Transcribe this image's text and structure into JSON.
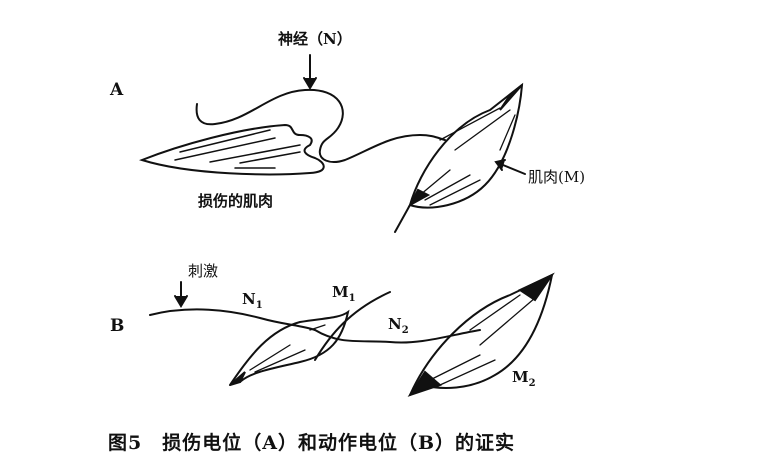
{
  "panel_a": {
    "label": "A",
    "nerve_label": "神经（N）",
    "injured_muscle_label": "损伤的肌肉",
    "muscle_label": "肌肉(M)"
  },
  "panel_b": {
    "label": "B",
    "stimulus_label": "刺激",
    "n1": "N",
    "n1_sub": "1",
    "m1": "M",
    "m1_sub": "1",
    "n2": "N",
    "n2_sub": "2",
    "m2": "M",
    "m2_sub": "2"
  },
  "caption": "图5　损伤电位（A）和动作电位（B）的证实"
}
